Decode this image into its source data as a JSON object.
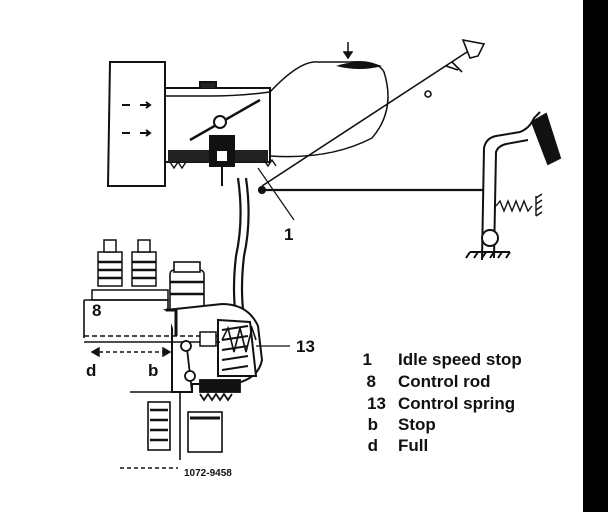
{
  "diagram": {
    "callouts": {
      "idle_speed_stop": "1",
      "control_rod": "8",
      "control_spring": "13",
      "stop": "b",
      "full": "d"
    },
    "legend": [
      {
        "key": "1",
        "text": "Idle speed stop"
      },
      {
        "key": "8",
        "text": "Control rod"
      },
      {
        "key": "13",
        "text": "Control spring"
      },
      {
        "key": "b",
        "text": "Stop"
      },
      {
        "key": "d",
        "text": "Full"
      }
    ],
    "figure_number": "1072-9458"
  }
}
